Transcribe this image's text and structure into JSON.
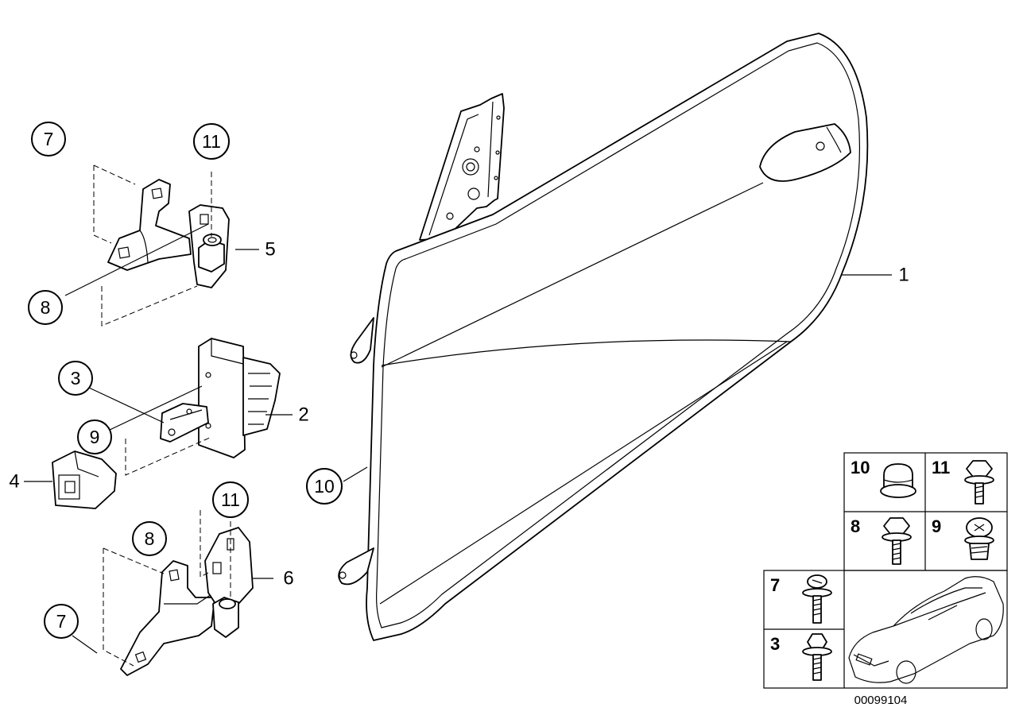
{
  "callouts": [
    {
      "id": "callout-7-top",
      "label": "7"
    },
    {
      "id": "callout-11-top",
      "label": "11"
    },
    {
      "id": "callout-8-top",
      "label": "8"
    },
    {
      "id": "callout-3",
      "label": "3"
    },
    {
      "id": "callout-9",
      "label": "9"
    },
    {
      "id": "callout-8-bottom",
      "label": "8"
    },
    {
      "id": "callout-11-bottom",
      "label": "11"
    },
    {
      "id": "callout-7-bottom",
      "label": "7"
    },
    {
      "id": "callout-10",
      "label": "10"
    }
  ],
  "reference_labels": {
    "door": "1",
    "check_strap": "2",
    "stop_buffer": "4",
    "upper_hinge": "5",
    "lower_hinge": "6"
  },
  "fastener_grid": {
    "cells": [
      {
        "label": "10",
        "icon": "cap-icon"
      },
      {
        "label": "11",
        "icon": "hex-bolt-icon"
      },
      {
        "label": "8",
        "icon": "hex-bolt-icon"
      },
      {
        "label": "9",
        "icon": "torx-bolt-icon"
      },
      {
        "label": "7",
        "icon": "torx-flange-bolt-icon"
      },
      {
        "label": "3",
        "icon": "hex-bolt-icon"
      }
    ],
    "vehicle_thumbnail": "car-thumbnail-icon"
  },
  "diagram_id": "00099104"
}
